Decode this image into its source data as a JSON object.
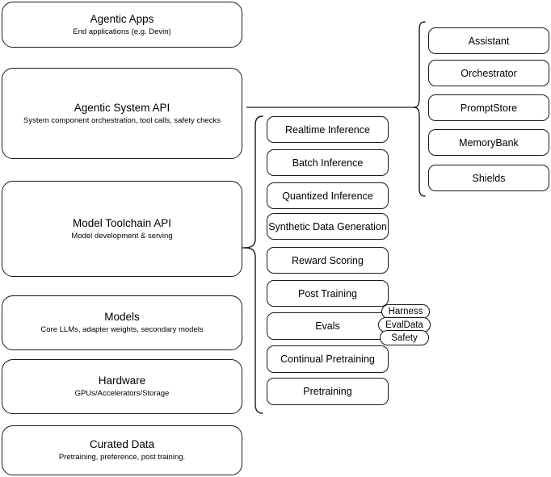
{
  "diagram": {
    "type": "layered-architecture-stack",
    "background_color": "#ffffff",
    "stroke_color": "#1a1a1a"
  },
  "stack": {
    "layers": [
      {
        "title": "Agentic Apps",
        "subtitle": "End applications (e.g. Devin)"
      },
      {
        "title": "Agentic System API",
        "subtitle": "System component orchestration, tool calls, safety checks"
      },
      {
        "title": "Model Toolchain API",
        "subtitle": "Model development & serving"
      },
      {
        "title": "Models",
        "subtitle": "Core LLMs, adapter weights, secondary models"
      },
      {
        "title": "Hardware",
        "subtitle": "GPUs/Accelerators/Storage"
      },
      {
        "title": "Curated Data",
        "subtitle": "Pretraining, preference, post training."
      }
    ]
  },
  "toolchain_capabilities": {
    "connector": "left-curly-brace",
    "items": [
      {
        "label": "Realtime Inference"
      },
      {
        "label": "Batch Inference"
      },
      {
        "label": "Quantized Inference"
      },
      {
        "label": "Synthetic Data Generation"
      },
      {
        "label": "Reward Scoring"
      },
      {
        "label": "Post Training"
      },
      {
        "label": "Evals"
      },
      {
        "label": "Continual Pretraining"
      },
      {
        "label": "Pretraining"
      }
    ]
  },
  "evals_badges": {
    "items": [
      {
        "label": "Harness"
      },
      {
        "label": "EvalData"
      },
      {
        "label": "Safety"
      }
    ]
  },
  "system_components": {
    "connector": "left-curly-brace",
    "items": [
      {
        "label": "Assistant"
      },
      {
        "label": "Orchestrator"
      },
      {
        "label": "PromptStore"
      },
      {
        "label": "MemoryBank"
      },
      {
        "label": "Shields"
      }
    ]
  }
}
